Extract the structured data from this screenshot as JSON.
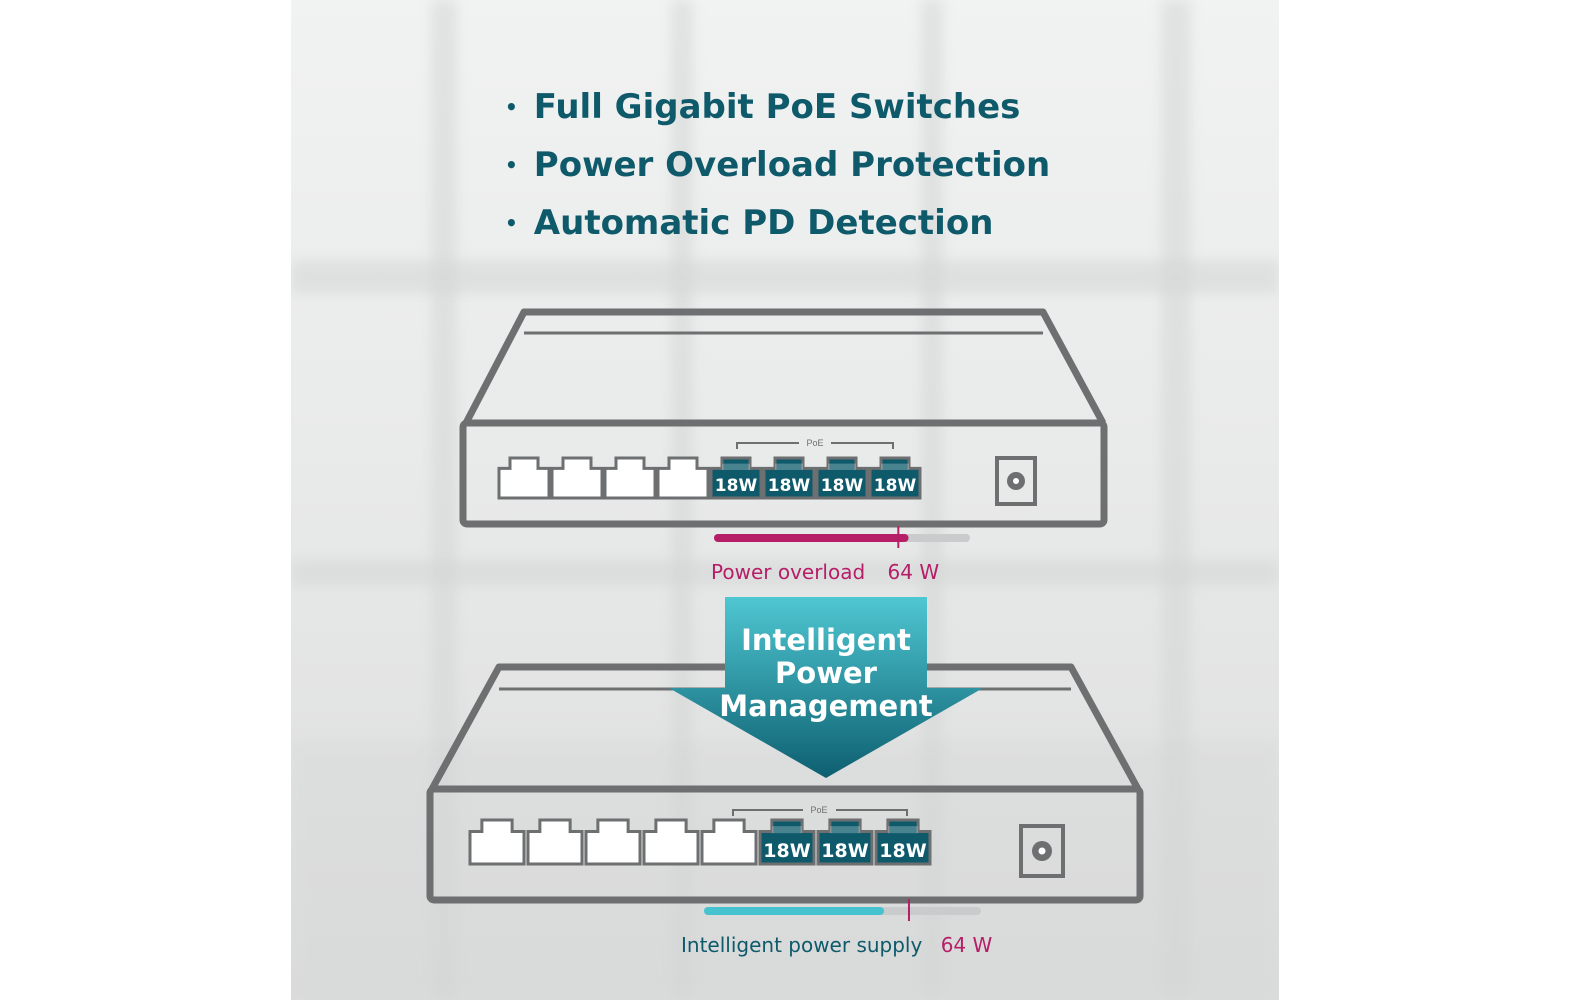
{
  "features": [
    "Full Gigabit PoE Switches",
    "Power Overload Protection",
    "Automatic PD Detection"
  ],
  "top_switch": {
    "poe_label": "PoE",
    "ports": [
      {
        "poe": false,
        "label": ""
      },
      {
        "poe": false,
        "label": ""
      },
      {
        "poe": false,
        "label": ""
      },
      {
        "poe": false,
        "label": ""
      },
      {
        "poe": true,
        "label": "18W"
      },
      {
        "poe": true,
        "label": "18W"
      },
      {
        "poe": true,
        "label": "18W"
      },
      {
        "poe": true,
        "label": "18W"
      }
    ],
    "power_fraction": 0.76,
    "limit_fraction": 0.72,
    "status_label": "Power overload",
    "budget_label": "64 W"
  },
  "arrow": {
    "line1": "Intelligent",
    "line2": "Power",
    "line3": "Management"
  },
  "bottom_switch": {
    "poe_label": "PoE",
    "ports": [
      {
        "poe": false,
        "label": ""
      },
      {
        "poe": false,
        "label": ""
      },
      {
        "poe": false,
        "label": ""
      },
      {
        "poe": false,
        "label": ""
      },
      {
        "poe": false,
        "label": ""
      },
      {
        "poe": true,
        "label": "18W"
      },
      {
        "poe": true,
        "label": "18W"
      },
      {
        "poe": true,
        "label": "18W"
      }
    ],
    "power_fraction": 0.65,
    "limit_fraction": 0.74,
    "status_label": "Intelligent power supply",
    "budget_label": "64 W"
  },
  "colors": {
    "heading": "#0e5a6b",
    "outline": "#6d6f70",
    "port_dark": "#0e5a6b",
    "overload": "#b61e67",
    "supply": "#46c3cf",
    "track": "#c9cbcc"
  }
}
